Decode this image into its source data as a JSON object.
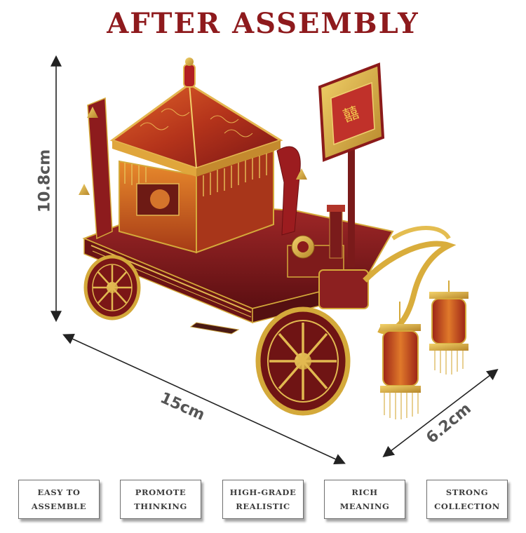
{
  "title": "AFTER ASSEMBLY",
  "dimensions": {
    "height": "10.8cm",
    "length": "15cm",
    "width": "6.2cm"
  },
  "features": [
    {
      "line1": "EASY TO",
      "line2": "ASSEMBLE"
    },
    {
      "line1": "PROMOTE",
      "line2": "THINKING"
    },
    {
      "line1": "HIGH-GRADE",
      "line2": "REALISTIC"
    },
    {
      "line1": "RICH",
      "line2": "MEANING"
    },
    {
      "line1": "STRONG",
      "line2": "COLLECTION"
    }
  ],
  "colors": {
    "title": "#8e1a1d",
    "red": "#8b1a1a",
    "gold": "#d4a93a",
    "orange": "#c9541e"
  }
}
